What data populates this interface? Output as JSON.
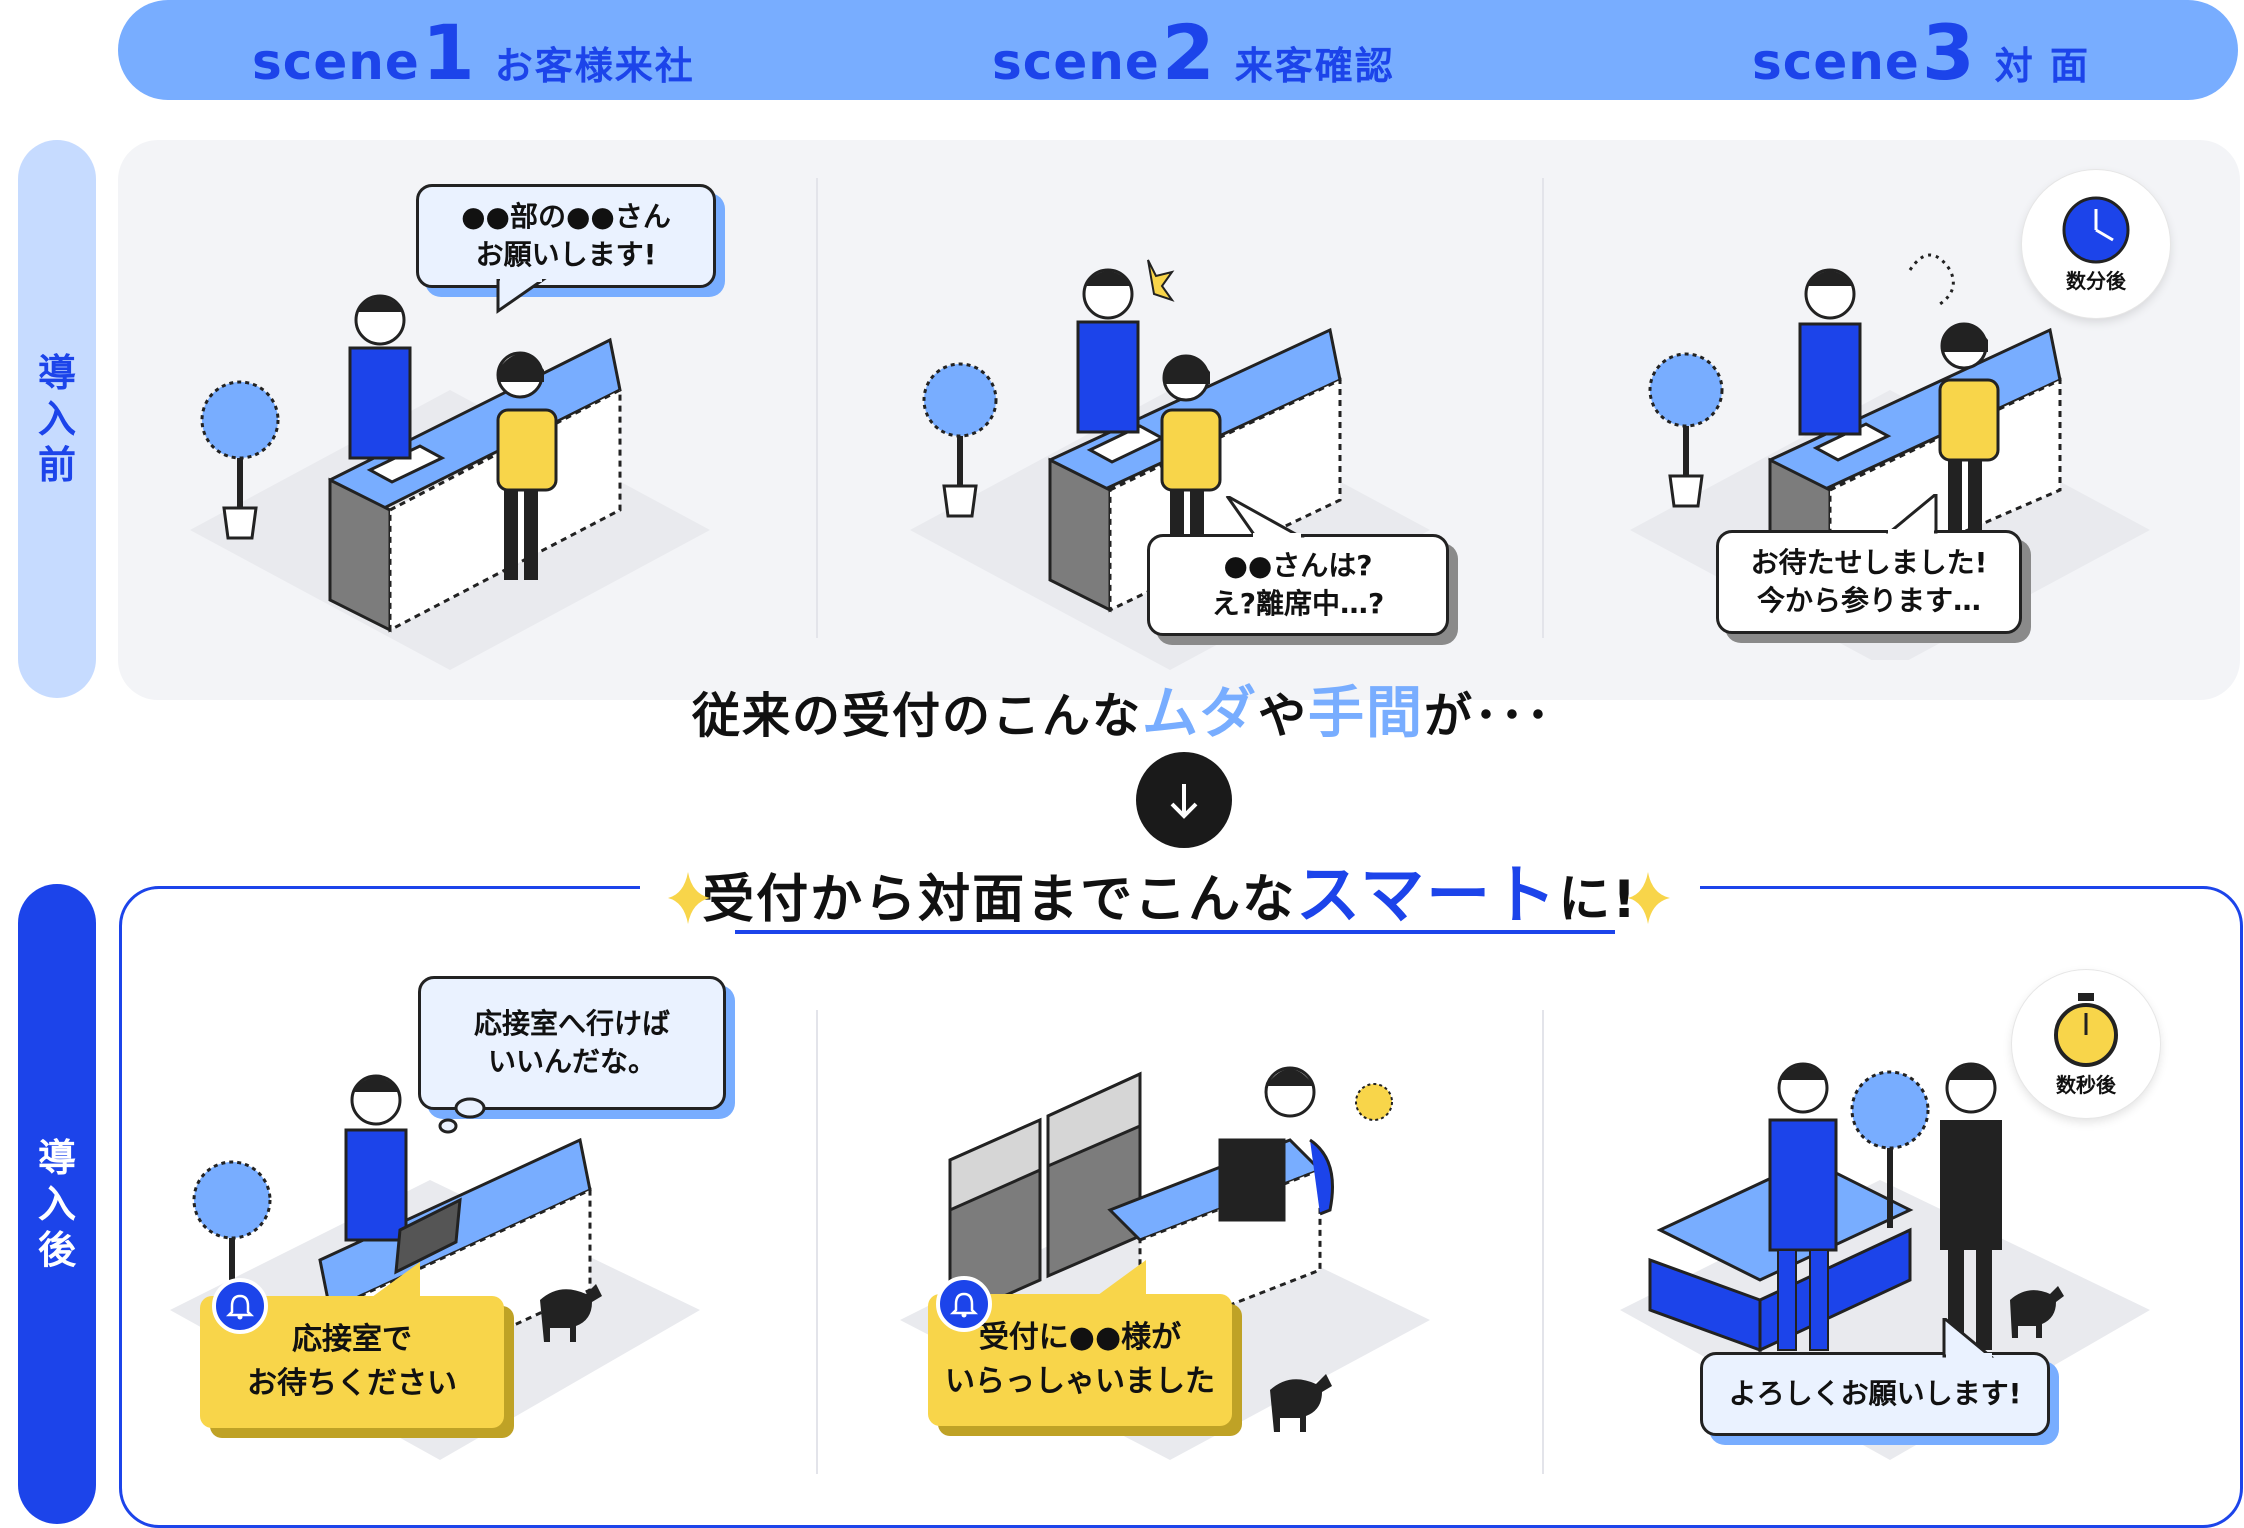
{
  "header": {
    "scenes": [
      {
        "word": "scene",
        "num": "1",
        "title": "お客様来社"
      },
      {
        "word": "scene",
        "num": "2",
        "title": "来客確認"
      },
      {
        "word": "scene",
        "num": "3",
        "title": "対 面"
      }
    ]
  },
  "side": {
    "before": [
      "導",
      "入",
      "前"
    ],
    "after": [
      "導",
      "入",
      "後"
    ]
  },
  "before": {
    "bubble1": "●●部の●●さん\nお願いします!",
    "bubble2": "●●さんは?\nえ?離席中…?",
    "bubble3": "お待たせしました!\n今から参ります…",
    "time_badge": "数分後"
  },
  "message1": {
    "pre": "従来の受付のこんな",
    "hl1": "ムダ",
    "mid": "や",
    "hl2": "手間",
    "post": "が･･･"
  },
  "message2": {
    "pre": "受付から対面までこんな",
    "hl": "スマート",
    "post": "に!"
  },
  "after": {
    "bubble_think": "応接室へ行けば\nいいんだな。",
    "notice1": "応接室で\nお待ちください",
    "notice2": "受付に●●様が\nいらっしゃいました",
    "bubble3": "よろしくお願いします!",
    "time_badge": "数秒後"
  },
  "colors": {
    "primary": "#1c44ea",
    "light": "#78adff",
    "pale": "#eaf2ff",
    "yellow": "#f8d54a"
  }
}
